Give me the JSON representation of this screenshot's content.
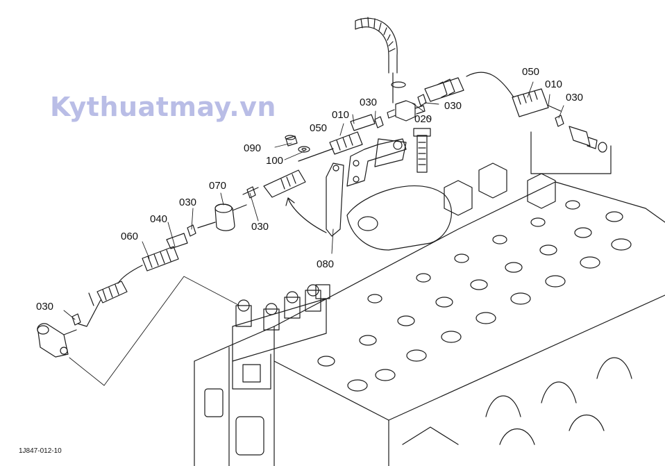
{
  "watermark": {
    "text": "Kythuatmay.vn",
    "color": "#b9bde6"
  },
  "drawing_id": "1J847-012-10",
  "line_color": "#1a1a1a",
  "part_labels": {
    "p010_center": "010",
    "p010_right": "010",
    "p020": "020",
    "p030_top": "030",
    "p030_top_right": "030",
    "p030_far_right": "030",
    "p030_mid": "030",
    "p030_left": "030",
    "p030_bottom_left": "030",
    "p040": "040",
    "p050_center": "050",
    "p050_right": "050",
    "p060": "060",
    "p070": "070",
    "p080": "080",
    "p090": "090",
    "p100": "100"
  }
}
